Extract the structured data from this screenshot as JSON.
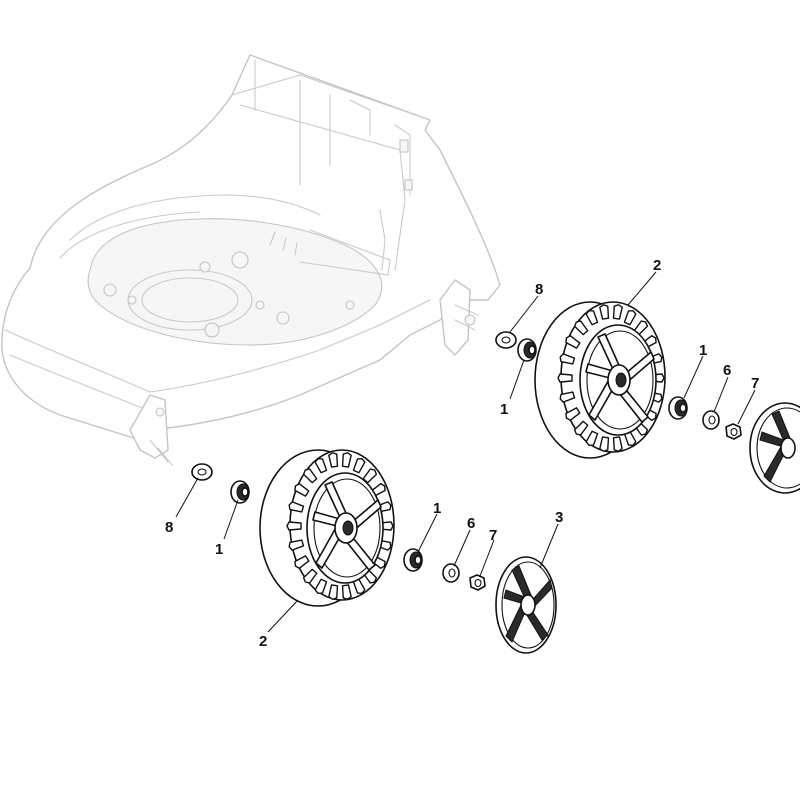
{
  "diagram": {
    "callouts": {
      "front_washer": "8",
      "front_bearing_inner": "1",
      "front_wheel": "2",
      "front_bearing_outer": "1",
      "front_spacer": "6",
      "front_nut": "7",
      "front_hubcap": "3",
      "rear_washer": "8",
      "rear_bearing_inner": "1",
      "rear_wheel": "2",
      "rear_bearing_outer": "1",
      "rear_spacer": "6",
      "rear_nut": "7"
    }
  },
  "icons": {
    "mower_deck": "mower-deck-outline",
    "wheel": "tyre-with-spokes",
    "bearing": "bushing",
    "washer": "flat-washer",
    "nut": "hex-nut",
    "hubcap": "hub-cap"
  }
}
